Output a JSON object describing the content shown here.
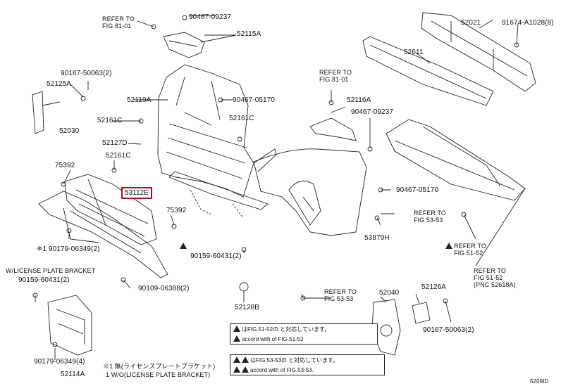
{
  "diagram_id": "5209ID",
  "parts": {
    "p52115A": "52115A",
    "p90467_09237_a": "90467-09237",
    "p52125A": "52125A",
    "p90167_50063_a": "90167-50063(2)",
    "p52030": "52030",
    "p52119A": "52119A",
    "p90467_05170_a": "90467-05170",
    "p52161C_a": "52161C",
    "p52161C_b": "52161C",
    "p52161C_c": "52161C",
    "p52127D": "52127D",
    "p75392_a": "75392",
    "p75392_b": "75392",
    "p53112E": "53112E",
    "p90179_06349_2": "※1 90179-06349(2)",
    "p90159_60431_a": "90159-60431(2)",
    "p90159_60431_b": "90159-60431(2)",
    "p90109_06388": "90109-06388(2)",
    "p52021": "52021",
    "p91674": "91674-A1028(8)",
    "p52611": "52611",
    "p52116A": "52116A",
    "p90467_09237_b": "90467-09237",
    "p90467_05170_b": "90467-05170",
    "p53879H": "53879H",
    "p52128B": "52128B",
    "p52040": "52040",
    "p52126A": "52126A",
    "p90167_50063_b": "90167-50063(2)",
    "p90179_06349_4": "90179-06349(4)",
    "p52114A": "52114A"
  },
  "refs": {
    "r1": "REFER TO\nFIG 81-01",
    "r2": "REFER TO\nFIG 81-01",
    "r3": "REFER TO\nFIG 53-53",
    "r4": "REFER TO\nFIG 53-53",
    "r5": "REFER TO\nFIG 51-52",
    "r6": "REFER TO\nFIG 51-52\n(PNC 52618A)"
  },
  "labels": {
    "license_bracket": "W/LICENSE PLATE BRACKET",
    "note_jp": "※1 無(ライセンスプレートブラケット)",
    "note_en": "1 W/O(LICENSE PLATE BRACKET)"
  },
  "notes": {
    "n1": "はFIG.51-52の  と対応しています。",
    "n2": "accord with   of FIG.51-52",
    "n3": "はFIG.53-53の  と対応しています。",
    "n4": "accord with   of FIG.53-53."
  },
  "colors": {
    "line": "#222222",
    "highlight": "#b0102a",
    "fill": "#ffffff"
  }
}
